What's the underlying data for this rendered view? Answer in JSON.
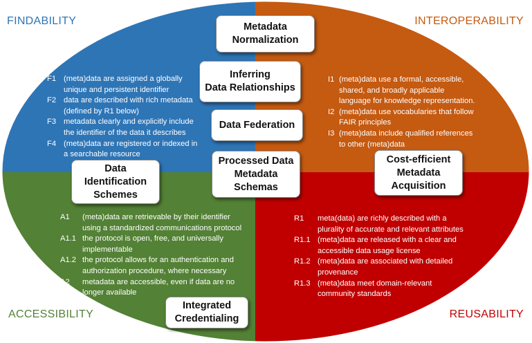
{
  "colors": {
    "findability": "#2E75B6",
    "interoperability": "#C55A11",
    "accessibility": "#538135",
    "reusability": "#C00000"
  },
  "corners": {
    "findability": "FINDABILITY",
    "interoperability": "INTEROPERABILITY",
    "accessibility": "ACCESSIBILITY",
    "reusability": "REUSABILITY"
  },
  "boxes": {
    "normalization": "Metadata\nNormalization",
    "inferring": "Inferring\nData Relationships",
    "federation": "Data Federation",
    "processed": "Processed Data\nMetadata\nSchemas",
    "identification": "Data\nIdentification\nSchemes",
    "cost_efficient": "Cost-efficient\nMetadata\nAcquisition",
    "credentialing": "Integrated\nCredentialing"
  },
  "findability": [
    {
      "code": "F1",
      "text": "(meta)data are assigned a globally\nunique and persistent identifier"
    },
    {
      "code": "F2",
      "text": "data are described with rich metadata\n(defined by R1 below)"
    },
    {
      "code": "F3",
      "text": "metadata clearly and explicitly include\nthe identifier of the data it describes"
    },
    {
      "code": "F4",
      "text": "(meta)data are registered or indexed in\na searchable resource"
    }
  ],
  "interoperability": [
    {
      "code": "I1",
      "text": "(meta)data use a formal, accessible,\nshared, and broadly applicable\nlanguage for knowledge representation."
    },
    {
      "code": "I2",
      "text": "(meta)data use vocabularies that follow\nFAIR principles"
    },
    {
      "code": "I3",
      "text": "(meta)data include qualified references\nto other (meta)data"
    }
  ],
  "accessibility": [
    {
      "code": "A1",
      "text": "(meta)data are retrievable by their identifier\nusing a standardized communications protocol"
    },
    {
      "code": "A1.1",
      "text": "the protocol is open, free, and universally\nimplementable"
    },
    {
      "code": "A1.2",
      "text": "the protocol allows for an authentication and\nauthorization procedure, where necessary"
    },
    {
      "code": "A2",
      "text": "metadata are accessible, even if data are no\nlonger available"
    }
  ],
  "reusability": [
    {
      "code": "R1",
      "text": "meta(data) are richly described with a\nplurality of accurate and relevant attributes"
    },
    {
      "code": "R1.1",
      "text": "(meta)data are released with a clear and\naccessible data usage license"
    },
    {
      "code": "R1.2",
      "text": "(meta)data are associated with detailed\nprovenance"
    },
    {
      "code": "R1.3",
      "text": "(meta)data meet domain-relevant\ncommunity standards"
    }
  ]
}
